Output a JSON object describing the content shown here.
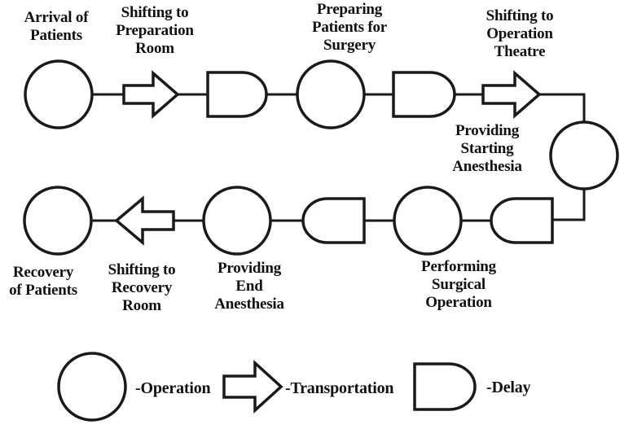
{
  "flow": {
    "description": "Hospital surgery patient process flow chart",
    "colors": {
      "stroke": "#1a1a1a",
      "background": "#ffffff",
      "text": "#111111"
    },
    "steps": [
      {
        "name": "arrival-of-patients",
        "type": "operation",
        "label": "Arrival of\nPatients"
      },
      {
        "name": "shifting-to-preparation-room",
        "type": "transportation",
        "label": "Shifting to\nPreparation\nRoom"
      },
      {
        "name": "delay-after-shifting-to-preparation",
        "type": "delay",
        "label": ""
      },
      {
        "name": "preparing-patients-for-surgery",
        "type": "operation",
        "label": "Preparing\nPatients for\nSurgery"
      },
      {
        "name": "delay-before-shifting-to-theatre",
        "type": "delay",
        "label": ""
      },
      {
        "name": "shifting-to-operation-theatre",
        "type": "transportation",
        "label": "Shifting to\nOperation\nTheatre"
      },
      {
        "name": "providing-starting-anesthesia",
        "type": "operation",
        "label": "Providing\nStarting\nAnesthesia"
      },
      {
        "name": "delay-before-surgical-operation",
        "type": "delay",
        "label": ""
      },
      {
        "name": "performing-surgical-operation",
        "type": "operation",
        "label": "Performing\nSurgical\nOperation"
      },
      {
        "name": "delay-before-end-anesthesia",
        "type": "delay",
        "label": ""
      },
      {
        "name": "providing-end-anesthesia",
        "type": "operation",
        "label": "Providing\nEnd\nAnesthesia"
      },
      {
        "name": "shifting-to-recovery-room",
        "type": "transportation",
        "label": "Shifting to\nRecovery\nRoom"
      },
      {
        "name": "recovery-of-patients",
        "type": "operation",
        "label": "Recovery\nof Patients"
      }
    ],
    "legend": [
      {
        "shape": "circle",
        "meaning": "operation",
        "label": "-Operation"
      },
      {
        "shape": "block-arrow",
        "meaning": "transportation",
        "label": "-Transportation"
      },
      {
        "shape": "d-shape",
        "meaning": "delay",
        "label": "-Delay"
      }
    ]
  }
}
